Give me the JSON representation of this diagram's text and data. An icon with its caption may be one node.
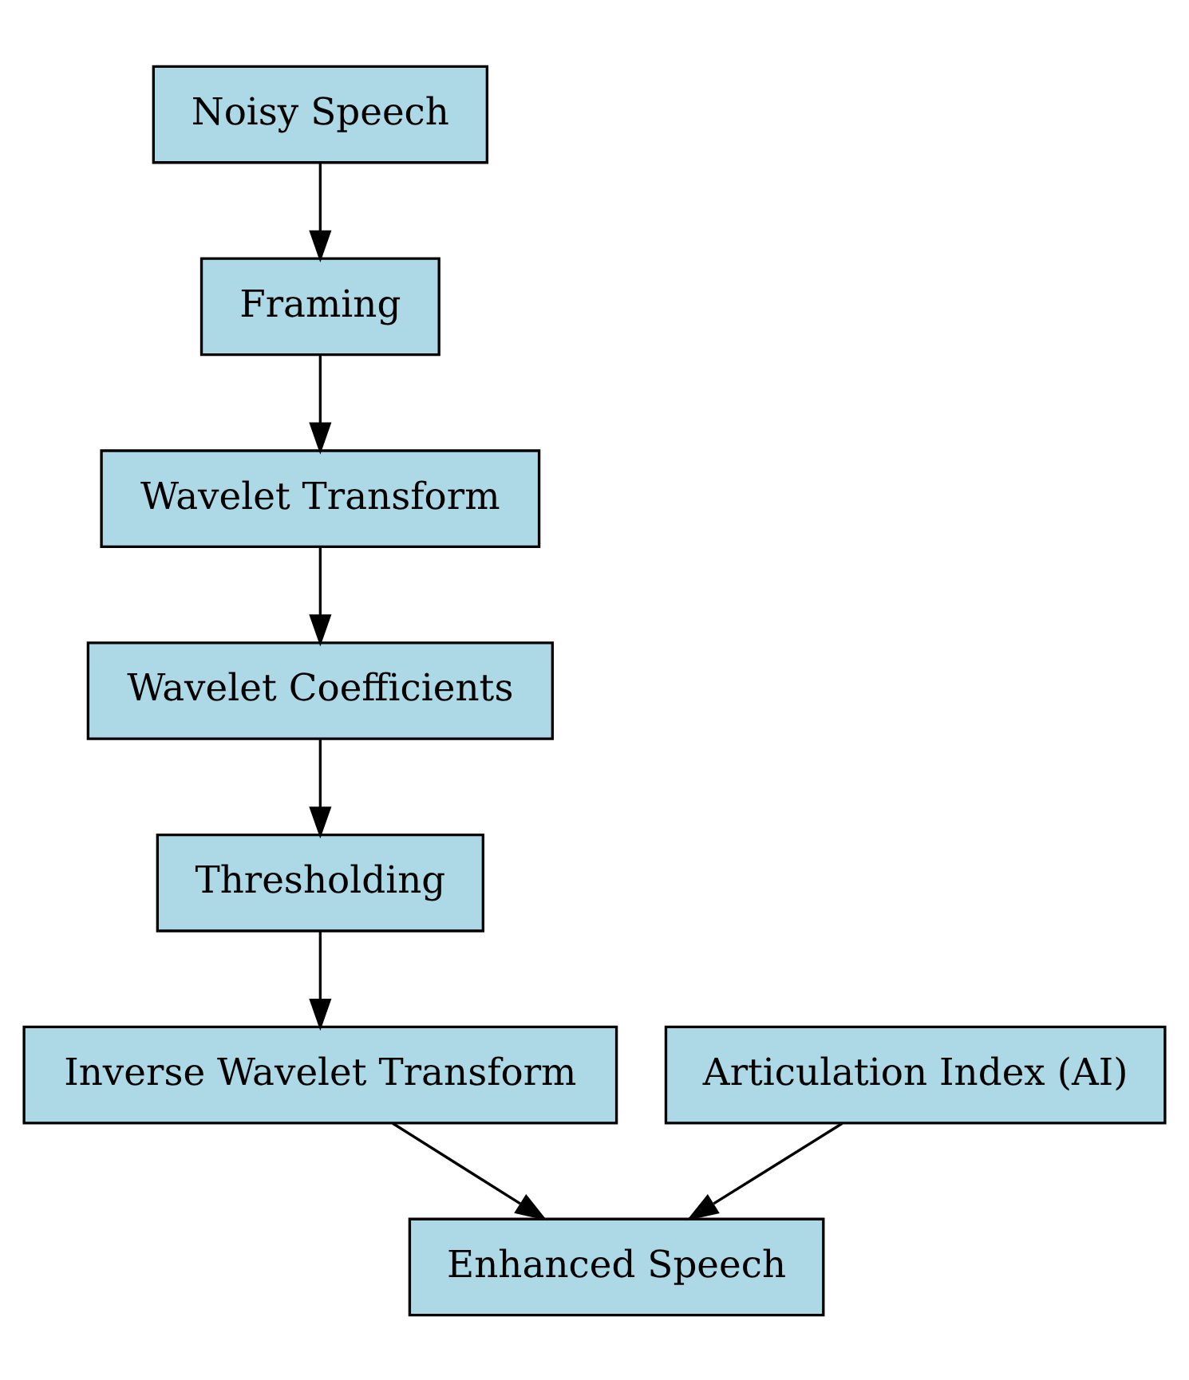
{
  "diagram": {
    "nodes": [
      {
        "text": [
          "Noisy Speech"
        ]
      },
      {
        "text": [
          "Framing"
        ]
      },
      {
        "text": [
          "Wavelet Transform"
        ]
      },
      {
        "text": [
          "Wavelet Coefficients"
        ]
      },
      {
        "text": [
          "Thresholding"
        ]
      },
      {
        "text": [
          "Inverse Wavelet Transform"
        ]
      },
      {
        "text": [
          "Articulation Index (AI)"
        ]
      },
      {
        "text": [
          "Enhanced Speech"
        ]
      }
    ],
    "edges": [
      {
        "from": 0,
        "to": 1,
        "arrow": "to"
      },
      {
        "from": 1,
        "to": 2,
        "arrow": "to"
      },
      {
        "from": 2,
        "to": 3,
        "arrow": "to"
      },
      {
        "from": 3,
        "to": 4,
        "arrow": "to"
      },
      {
        "from": 4,
        "to": 5,
        "arrow": "to"
      },
      {
        "from": 5,
        "to": 7,
        "arrow": "to"
      },
      {
        "from": 6,
        "to": 7,
        "arrow": "to"
      }
    ]
  }
}
